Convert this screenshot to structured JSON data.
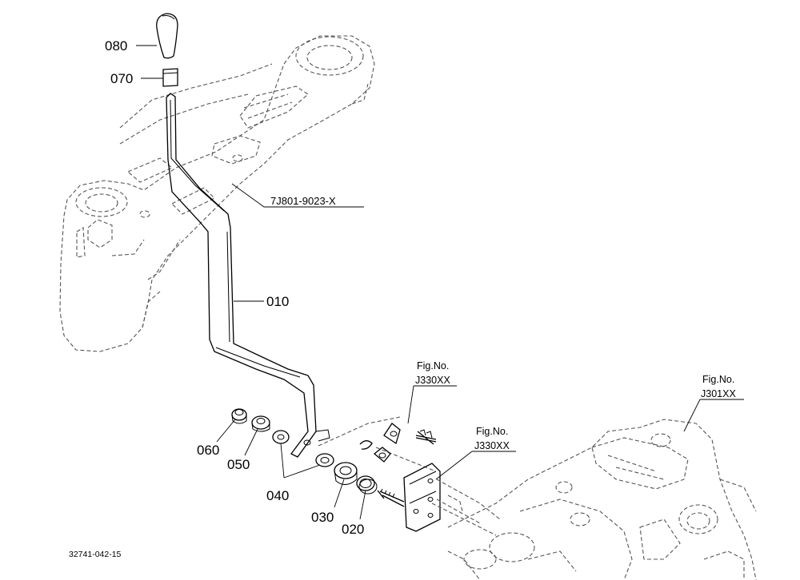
{
  "diagram": {
    "parts": [
      {
        "id": "080",
        "label": "080"
      },
      {
        "id": "070",
        "label": "070"
      },
      {
        "id": "010",
        "label": "010"
      },
      {
        "id": "060",
        "label": "060"
      },
      {
        "id": "050",
        "label": "050"
      },
      {
        "id": "040",
        "label": "040"
      },
      {
        "id": "030",
        "label": "030"
      },
      {
        "id": "020",
        "label": "020"
      }
    ],
    "reference_part": "7J801-9023-X",
    "figure_refs": [
      {
        "prefix": "Fig.No.",
        "code": "J330XX"
      },
      {
        "prefix": "Fig.No.",
        "code": "J330XX"
      },
      {
        "prefix": "Fig.No.",
        "code": "J301XX"
      }
    ],
    "drawing_id": "32741-042-15"
  }
}
